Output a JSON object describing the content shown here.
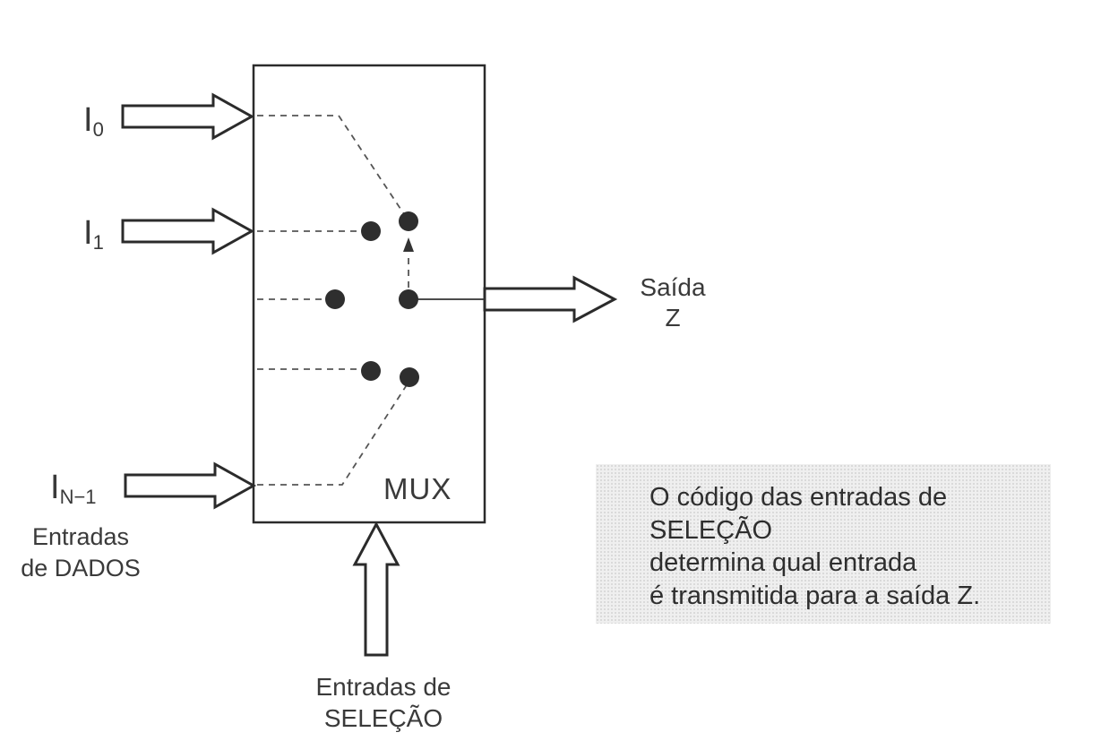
{
  "mux_label": "MUX",
  "inputs": [
    {
      "main": "I",
      "sub": "0"
    },
    {
      "main": "I",
      "sub": "1"
    },
    {
      "main": "I",
      "sub": "N−1"
    }
  ],
  "data_inputs_label": {
    "line1": "Entradas",
    "line2": "de DADOS"
  },
  "output_label": {
    "line1": "Saída",
    "line2": "Z"
  },
  "select_label": {
    "line1": "Entradas de",
    "line2": "SELEÇÃO"
  },
  "note": {
    "lines": [
      "O código das entradas de",
      "SELEÇÃO",
      "determina qual entrada",
      "é transmitida para a saída Z."
    ]
  }
}
